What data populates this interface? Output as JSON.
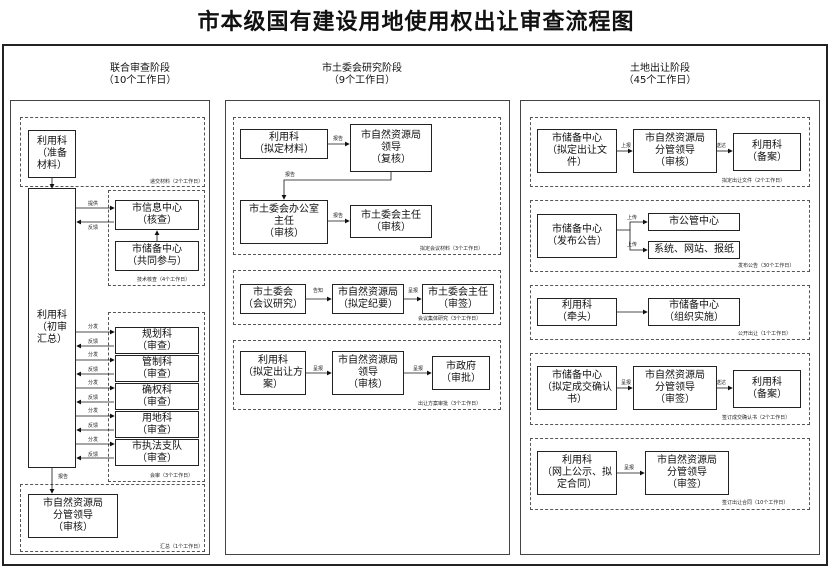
{
  "title": "市本级国有建设用地使用权出让审查流程图",
  "phases": {
    "p1": "联合审查阶段\n（10个工作日）",
    "p2": "市土委会研究阶段\n（9个工作日）",
    "p3": "土地出让阶段\n（45个工作日）"
  },
  "left": {
    "prep": "利用科\n（准备\n材料）",
    "main": "利用科\n（初审\n汇总）",
    "info": "市信息中心\n（核查）",
    "reserve": "市储备中心\n（共同参与）",
    "planning": "规划科\n（审查）",
    "control": "管制科\n（审查）",
    "rights": "确权科\n（审查）",
    "landuse": "用地科\n（审查）",
    "law": "市执法支队\n（审查）",
    "leader": "市自然资源局\n分管领导\n（审核）",
    "notes": {
      "n1": "递交材料（2个工作日）",
      "n2": "技术核查（4个工作日）",
      "n3": "会审（3个工作日）",
      "n4": "汇总（1个工作日）"
    },
    "labels": {
      "submit": "提供",
      "feedback": "反馈",
      "distribute": "分发",
      "report": "报告"
    }
  },
  "middle": {
    "g1": {
      "a": "利用科\n（拟定材料）",
      "b": "市自然资源局\n领导\n（复核）",
      "c": "市土委会办公室\n主任\n（审核）",
      "d": "市土委会主任\n（审核）",
      "l1": "报告",
      "l2": "报告",
      "l3": "报告",
      "note": "拟定会议材料（3个工作日）"
    },
    "g2": {
      "a": "市土委会\n（会议研究）",
      "b": "市自然资源局\n（拟定纪要）",
      "c": "市土委会主任\n（审签）",
      "l1": "告知",
      "l2": "呈报",
      "note": "会议集体研究（3个工作日）"
    },
    "g3": {
      "a": "利用科\n（拟定出让方\n案）",
      "b": "市自然资源局\n领导\n（审核）",
      "c": "市政府\n（审批）",
      "l1": "呈报",
      "l2": "呈报",
      "note": "出让方案审批（3个工作日）"
    }
  },
  "right": {
    "g1": {
      "a": "市储备中心\n（拟定出让文\n件）",
      "b": "市自然资源局\n分管领导\n（审核）",
      "c": "利用科\n（备案）",
      "l1": "上报",
      "l2": "送达",
      "note": "拟定出让文件（2个工作日）"
    },
    "g2": {
      "a": "市储备中心\n（发布公告）",
      "b": "市公管中心",
      "c": "系统、网站、报纸",
      "l1": "上传",
      "l2": "上传",
      "note": "发布公告（30个工作日）"
    },
    "g3": {
      "a": "利用科\n（牵头）",
      "b": "市储备中心\n（组织实施）",
      "note": "公开出让（1个工作日）"
    },
    "g4": {
      "a": "市储备中心\n（拟定成交确认\n书）",
      "b": "市自然资源局\n分管领导\n（审签）",
      "c": "利用科\n（备案）",
      "l1": "呈报",
      "l2": "送达",
      "note": "签订成交确认书（2个工作日）"
    },
    "g5": {
      "a": "利用科\n（网上公示、拟\n定合同）",
      "b": "市自然资源局\n分管领导\n（审签）",
      "l1": "呈报",
      "note": "签订出让合同（10个工作日）"
    }
  }
}
